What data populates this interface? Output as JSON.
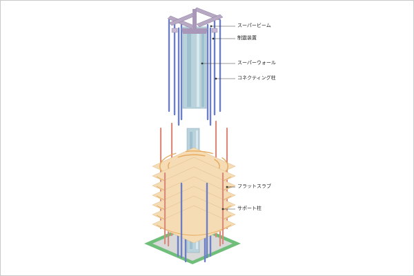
{
  "labels": {
    "super_beam": "スーパービーム",
    "seismic_device": "制震装置",
    "super_wall": "スーパーウォール",
    "connecting_column": "コネクティング柱",
    "flat_slab": "フラットスラブ",
    "support_column": "サポート柱"
  },
  "colors": {
    "beam": "#b7a8c4",
    "core": "#b9d2dc",
    "connecting_column": "#6c7fc4",
    "support_column": "#d98a7a",
    "slab": "#f6dcb4",
    "slab_ring": "#e6aa5e",
    "base": "#6fbf7a",
    "base_inner": "#d9d9d9",
    "leader": "#333333"
  },
  "icons": {
    "leader_dot": "filled-circle"
  }
}
